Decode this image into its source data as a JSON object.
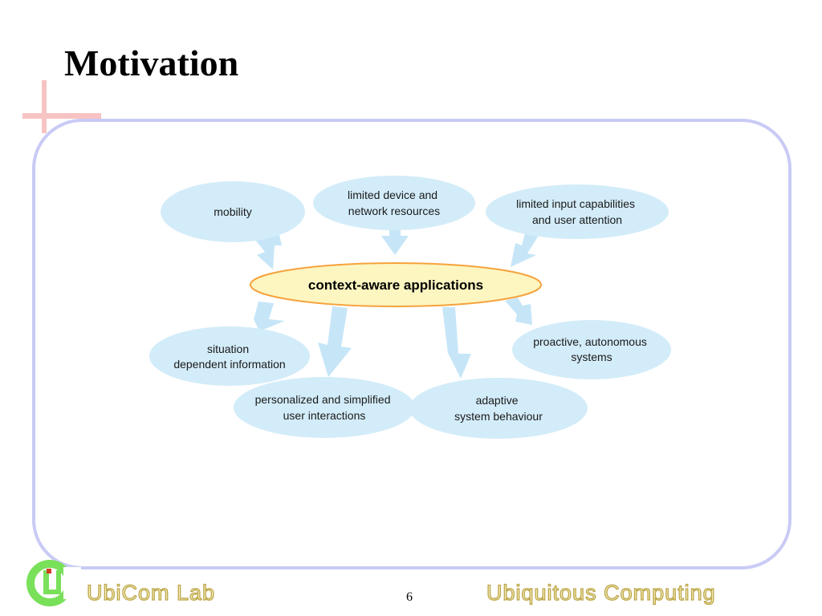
{
  "slide": {
    "title": "Motivation",
    "page_number": "6"
  },
  "footer": {
    "left_text": "UbiCom Lab",
    "right_text": "Ubiquitous Computing"
  },
  "diagram": {
    "center": {
      "label": "context-aware applications"
    },
    "inputs": [
      {
        "lines": [
          "mobility"
        ]
      },
      {
        "lines": [
          "limited device and",
          "network resources"
        ]
      },
      {
        "lines": [
          "limited input capabilities",
          "and user attention"
        ]
      }
    ],
    "outputs": [
      {
        "lines": [
          "situation",
          "dependent information"
        ]
      },
      {
        "lines": [
          "personalized and simplified",
          "user interactions"
        ]
      },
      {
        "lines": [
          "adaptive",
          "system behaviour"
        ]
      },
      {
        "lines": [
          "proactive, autonomous",
          "systems"
        ]
      }
    ]
  },
  "colors": {
    "bubble_fill": "#d3ecf9",
    "arrow_fill": "#c6e6f8",
    "center_fill": "#fdf6c1",
    "center_stroke": "#f6a23c",
    "frame_border": "#c9cbf5",
    "cross": "#f7c3c3",
    "logo_green": "#79e05a",
    "logo_red": "#d63a24",
    "footer_text": "#f7f0bc",
    "footer_outline": "#bca64a"
  }
}
